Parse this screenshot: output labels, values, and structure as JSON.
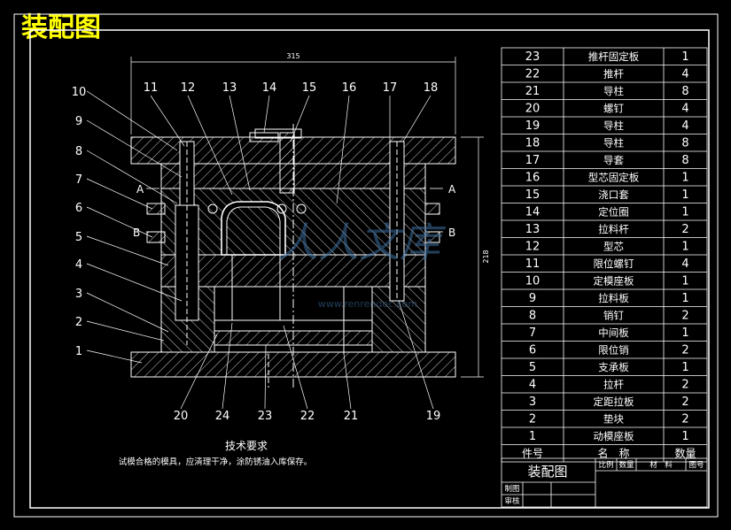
{
  "header": {
    "title": "装配图"
  },
  "dimensions": {
    "width": "315",
    "height": "218"
  },
  "sections": {
    "a": "A",
    "b": "B"
  },
  "callouts_left": [
    "10",
    "9",
    "8",
    "7",
    "6",
    "5",
    "4",
    "3",
    "2",
    "1"
  ],
  "callouts_top": [
    "11",
    "12",
    "13",
    "14",
    "15",
    "16",
    "17",
    "18"
  ],
  "callouts_bottom": [
    "20",
    "24",
    "23",
    "22",
    "21",
    "19"
  ],
  "tech": {
    "title": "技术要求",
    "text": "试模合格的模具，应清理干净，涂防锈油入库保存。"
  },
  "watermark": {
    "text": "人人文库",
    "url": "www.renrendoc.com"
  },
  "bom": {
    "rows": [
      {
        "no": "23",
        "name": "推杆固定板",
        "qty": "1"
      },
      {
        "no": "22",
        "name": "推杆",
        "qty": "4"
      },
      {
        "no": "21",
        "name": "导柱",
        "qty": "8"
      },
      {
        "no": "20",
        "name": "螺钉",
        "qty": "4"
      },
      {
        "no": "19",
        "name": "导柱",
        "qty": "4"
      },
      {
        "no": "18",
        "name": "导柱",
        "qty": "8"
      },
      {
        "no": "17",
        "name": "导套",
        "qty": "8"
      },
      {
        "no": "16",
        "name": "型芯固定板",
        "qty": "1"
      },
      {
        "no": "15",
        "name": "浇口套",
        "qty": "1"
      },
      {
        "no": "14",
        "name": "定位圈",
        "qty": "1"
      },
      {
        "no": "13",
        "name": "拉料杆",
        "qty": "2"
      },
      {
        "no": "12",
        "name": "型芯",
        "qty": "1"
      },
      {
        "no": "11",
        "name": "限位螺钉",
        "qty": "4"
      },
      {
        "no": "10",
        "name": "定模座板",
        "qty": "1"
      },
      {
        "no": "9",
        "name": "拉料板",
        "qty": "1"
      },
      {
        "no": "8",
        "name": "销钉",
        "qty": "2"
      },
      {
        "no": "7",
        "name": "中间板",
        "qty": "1"
      },
      {
        "no": "6",
        "name": "限位销",
        "qty": "2"
      },
      {
        "no": "5",
        "name": "支承板",
        "qty": "1"
      },
      {
        "no": "4",
        "name": "拉杆",
        "qty": "2"
      },
      {
        "no": "3",
        "name": "定距拉板",
        "qty": "2"
      },
      {
        "no": "2",
        "name": "垫块",
        "qty": "2"
      },
      {
        "no": "1",
        "name": "动模座板",
        "qty": "1"
      }
    ],
    "header": {
      "no": "件号",
      "name": "名　称",
      "qty": "数量"
    }
  },
  "titleblock": {
    "name": "装配图",
    "scale": "比例",
    "count": "数量",
    "material": "材　料",
    "drawing_no": "图号",
    "drawn": "制图",
    "checked": "审核"
  },
  "colors": {
    "title": "#ffff00",
    "line": "#ffffff",
    "section": "#ff0000"
  }
}
